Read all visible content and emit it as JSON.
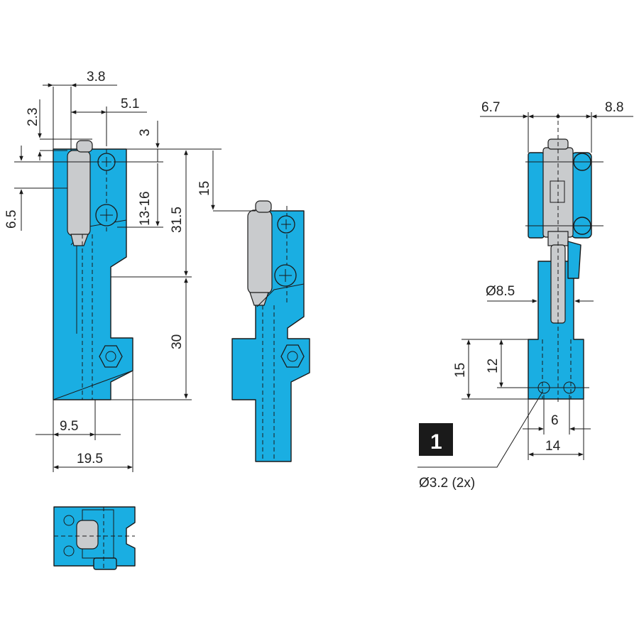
{
  "colors": {
    "body": "#1aaee2",
    "switch": "#c9cbcd",
    "badge": "#1a1a1a",
    "line": "#1a1a1a"
  },
  "view_front": {
    "dims": {
      "d_3_8": "3.8",
      "d_2_3": "2.3",
      "d_5_1": "5.1",
      "d_3": "3",
      "d_13_16": "13-16",
      "d_31_5": "31.5",
      "d_6_5": "6.5",
      "d_30": "30",
      "d_9_5": "9.5",
      "d_19_5": "19.5"
    }
  },
  "view_middle": {
    "dims": {
      "d_15": "15"
    }
  },
  "view_side": {
    "dims": {
      "d_6_7": "6.7",
      "d_8_8": "8.8",
      "d_dia_8_5": "Ø8.5",
      "d_15": "15",
      "d_12": "12",
      "d_6": "6",
      "d_14": "14"
    },
    "badge": "1",
    "hole_note": "Ø3.2 (2x)"
  }
}
